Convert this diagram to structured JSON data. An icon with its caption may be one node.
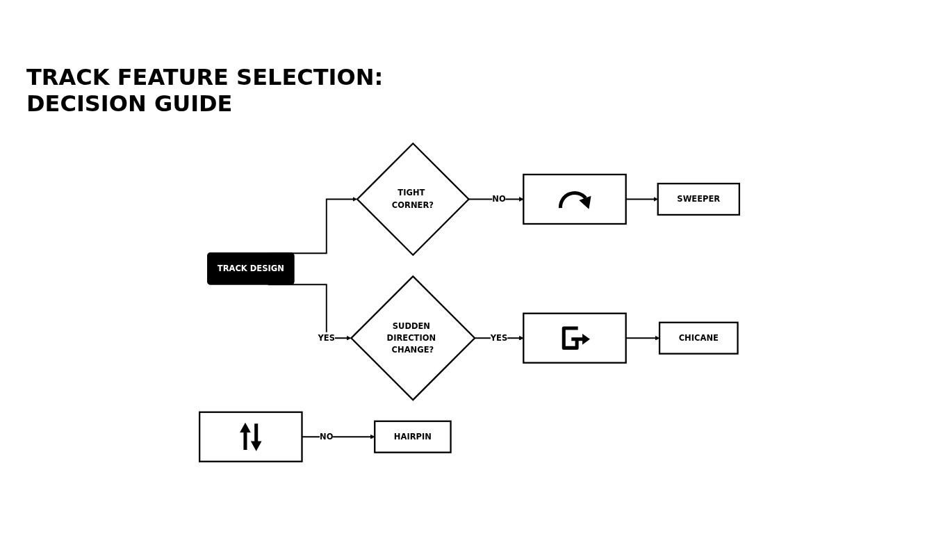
{
  "diagram": {
    "title": "TRACK FEATURE SELECTION: DECISION GUIDE",
    "nodes": [
      {
        "text": [
          "TRACK DESIGN"
        ]
      },
      {
        "text": [
          "TIGHT CORNER?"
        ]
      },
      {
        "text": [],
        "shape": "picture"
      },
      {
        "text": [
          "SWEEPER"
        ]
      },
      {
        "text": [
          "SUDDEN DIRECTION CHANGE?"
        ]
      },
      {
        "text": [],
        "shape": "picture"
      },
      {
        "text": [
          "CHICANE"
        ]
      },
      {
        "text": [],
        "shape": "picture"
      },
      {
        "text": [
          "HAIRPIN"
        ]
      }
    ],
    "edges": [
      {
        "from": 0,
        "to": 1,
        "arrow": "to"
      },
      {
        "from": 1,
        "to": 2,
        "arrow": "to",
        "label": "NO"
      },
      {
        "from": 2,
        "to": 3,
        "arrow": "to"
      },
      {
        "from": 0,
        "to": 4,
        "arrow": "to",
        "label": "YES"
      },
      {
        "from": 4,
        "to": 5,
        "arrow": "to",
        "label": "YES"
      },
      {
        "from": 5,
        "to": 6,
        "arrow": "to"
      },
      {
        "from": 7,
        "to": 8,
        "arrow": "to",
        "label": "NO"
      }
    ]
  }
}
